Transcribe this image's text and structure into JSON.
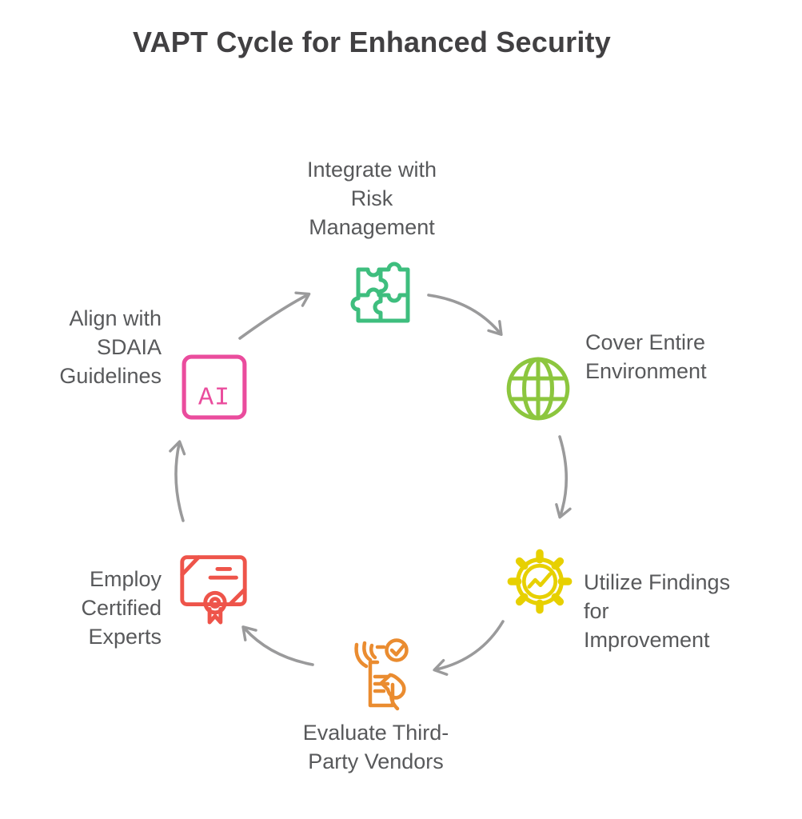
{
  "title": "VAPT Cycle for Enhanced Security",
  "diagram_type": "cycle",
  "nodes": [
    {
      "id": "integrate-risk",
      "lines": [
        "Integrate with",
        "Risk",
        "Management"
      ],
      "icon": "puzzle-icon",
      "color": "#3EBE7E",
      "position": "top"
    },
    {
      "id": "cover-environment",
      "lines": [
        "Cover Entire",
        "Environment"
      ],
      "icon": "globe-icon",
      "color": "#8CC63E",
      "position": "upper-right"
    },
    {
      "id": "utilize-findings",
      "lines": [
        "Utilize Findings",
        "for",
        "Improvement"
      ],
      "icon": "gear-chart-icon",
      "color": "#E7D000",
      "position": "lower-right"
    },
    {
      "id": "evaluate-vendors",
      "lines": [
        "Evaluate Third-",
        "Party Vendors"
      ],
      "icon": "vendor-checklist-icon",
      "color": "#EA8C30",
      "position": "bottom"
    },
    {
      "id": "employ-experts",
      "lines": [
        "Employ",
        "Certified",
        "Experts"
      ],
      "icon": "certificate-icon",
      "color": "#EE544A",
      "position": "lower-left"
    },
    {
      "id": "align-sdaia",
      "lines": [
        "Align with",
        "SDAIA",
        "Guidelines"
      ],
      "icon": "ai-badge-icon",
      "color": "#EA4C9D",
      "position": "upper-left"
    }
  ],
  "ai_badge": {
    "text": "AI"
  },
  "colors": {
    "title_text": "#414042",
    "label_text": "#58595B",
    "arrow": "#9A9A9B",
    "background": "#FFFFFF"
  },
  "flow": "clockwise"
}
